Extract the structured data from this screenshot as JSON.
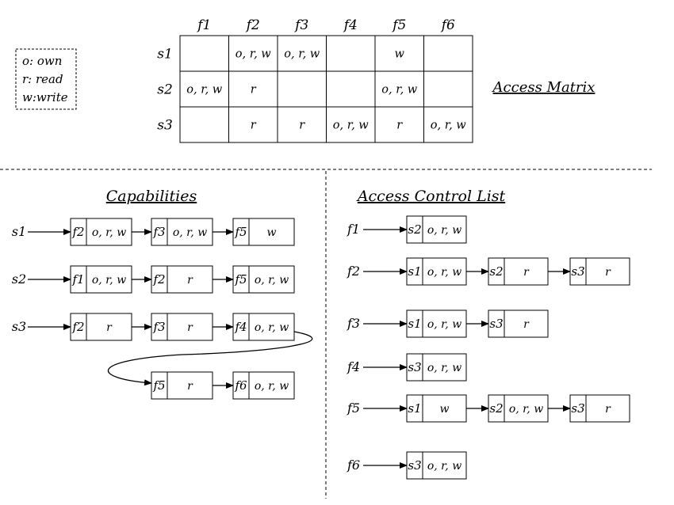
{
  "legend": {
    "lines": [
      "o: own",
      "r: read",
      "w:write"
    ]
  },
  "matrix": {
    "title": "Access Matrix",
    "columns": [
      "f1",
      "f2",
      "f3",
      "f4",
      "f5",
      "f6"
    ],
    "rows": [
      {
        "subject": "s1",
        "cells": [
          "",
          "o, r, w",
          "o, r, w",
          "",
          "w",
          ""
        ]
      },
      {
        "subject": "s2",
        "cells": [
          "o, r, w",
          "r",
          "",
          "",
          "o, r, w",
          ""
        ]
      },
      {
        "subject": "s3",
        "cells": [
          "",
          "r",
          "r",
          "o, r, w",
          "r",
          "o, r, w"
        ]
      }
    ]
  },
  "capabilities": {
    "title": "Capabilities",
    "lists": [
      {
        "subject": "s1",
        "nodes": [
          {
            "key": "f2",
            "val": "o, r, w"
          },
          {
            "key": "f3",
            "val": "o, r, w"
          },
          {
            "key": "f5",
            "val": "w"
          }
        ]
      },
      {
        "subject": "s2",
        "nodes": [
          {
            "key": "f1",
            "val": "o, r, w"
          },
          {
            "key": "f2",
            "val": "r"
          },
          {
            "key": "f5",
            "val": "o, r, w"
          }
        ]
      },
      {
        "subject": "s3",
        "nodes": [
          {
            "key": "f2",
            "val": "r"
          },
          {
            "key": "f3",
            "val": "r"
          },
          {
            "key": "f4",
            "val": "o, r, w"
          },
          {
            "key": "f5",
            "val": "r"
          },
          {
            "key": "f6",
            "val": "o, r, w"
          }
        ]
      }
    ]
  },
  "acl": {
    "title": "Access Control List",
    "lists": [
      {
        "object": "f1",
        "nodes": [
          {
            "key": "s2",
            "val": "o, r, w"
          }
        ]
      },
      {
        "object": "f2",
        "nodes": [
          {
            "key": "s1",
            "val": "o, r, w"
          },
          {
            "key": "s2",
            "val": "r"
          },
          {
            "key": "s3",
            "val": "r"
          }
        ]
      },
      {
        "object": "f3",
        "nodes": [
          {
            "key": "s1",
            "val": "o, r, w"
          },
          {
            "key": "s3",
            "val": "r"
          }
        ]
      },
      {
        "object": "f4",
        "nodes": [
          {
            "key": "s3",
            "val": "o, r, w"
          }
        ]
      },
      {
        "object": "f5",
        "nodes": [
          {
            "key": "s1",
            "val": "w"
          },
          {
            "key": "s2",
            "val": "o, r, w"
          },
          {
            "key": "s3",
            "val": "r"
          }
        ]
      },
      {
        "object": "f6",
        "nodes": [
          {
            "key": "s3",
            "val": "o, r, w"
          }
        ]
      }
    ]
  }
}
